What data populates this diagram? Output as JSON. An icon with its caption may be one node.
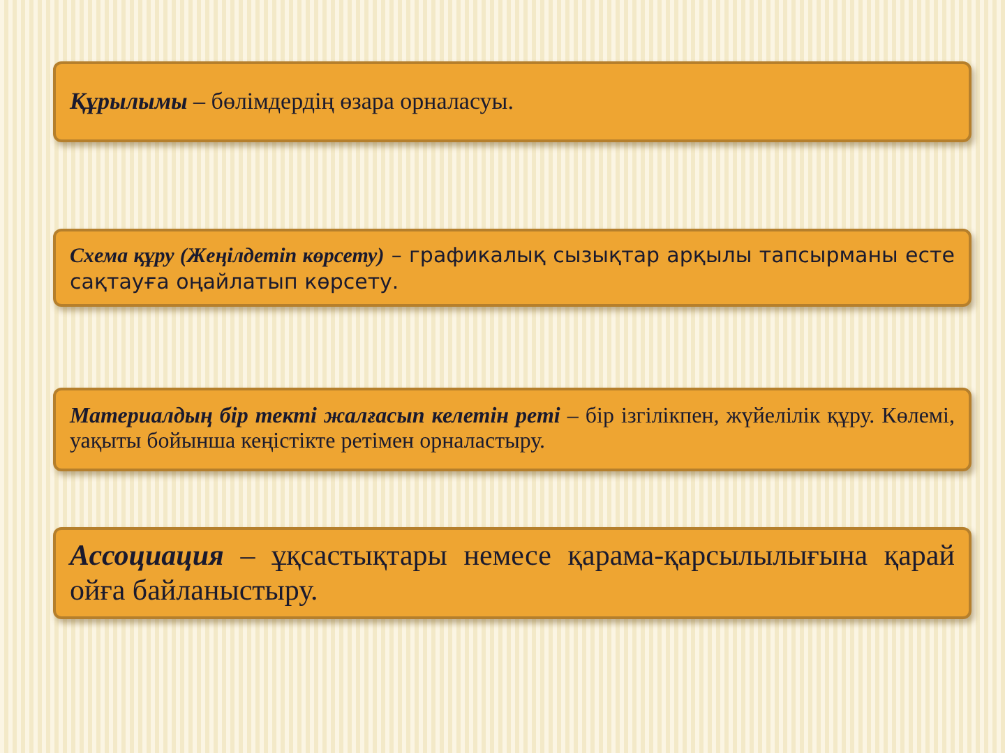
{
  "diagram": {
    "nodes": [
      {
        "text": [
          "**Құрылымы** – бөлімдердің өзара орналасуы."
        ]
      },
      {
        "text": [
          "**Схема құру (Жеңілдетіп көрсету)** – графикалық сызықтар арқылы тапсырманы есте сақтауға оңайлатып көрсету."
        ]
      },
      {
        "text": [
          "**Материалдың бір текті жалғасып келетін реті** – бір ізгілікпен, жүйелілік құру. Көлемі, уақыты бойынша кеңістікте ретімен орналастыру."
        ]
      },
      {
        "text": [
          "**Ассоциация** – ұқсастықтары немесе қарама-қарсылылығына қарай ойға байланыстыру."
        ]
      }
    ]
  }
}
